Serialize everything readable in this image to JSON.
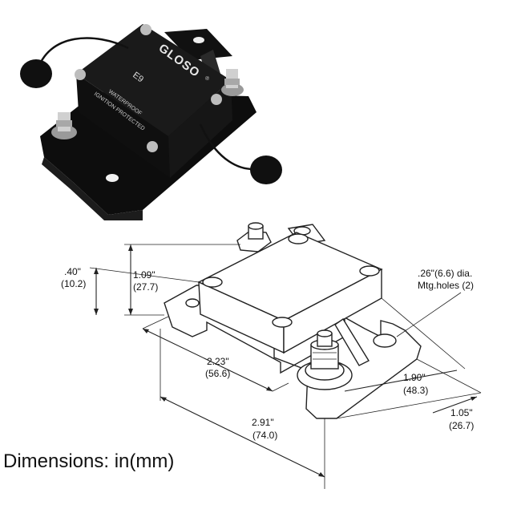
{
  "product": {
    "brand": "GLOSO",
    "brand_mark": "®",
    "model": "E9",
    "label_line1": "WATERPROOF",
    "label_line2": "IGNITION PROTECTED"
  },
  "dimensions": {
    "height_total_in": "1.09\"",
    "height_total_mm": "(27.7)",
    "height_base_in": ".40\"",
    "height_base_mm": "(10.2)",
    "width_body_in": "2.23\"",
    "width_body_mm": "(56.6)",
    "length_total_in": "2.91\"",
    "length_total_mm": "(74.0)",
    "depth_body_in": "1.90\"",
    "depth_body_mm": "(48.3)",
    "depth_hole_in": "1.05\"",
    "depth_hole_mm": "(26.7)",
    "hole_dia": ".26\"(6.6) dia.",
    "hole_label": "Mtg.holes (2)"
  },
  "caption": "Dimensions: in(mm)"
}
